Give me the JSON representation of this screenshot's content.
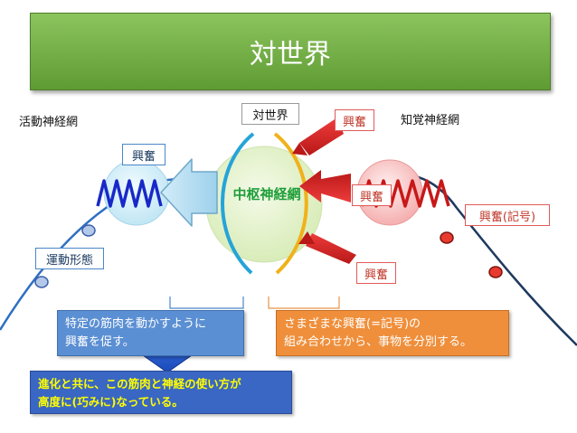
{
  "title": "対世界",
  "labels": {
    "motor_network": "活動神経網",
    "sensory_network": "知覚神経網",
    "world_top": "対世界",
    "excitation_top": "興奮",
    "excitation_motor": "興奮",
    "excitation_middle": "興奮",
    "excitation_bottom": "興奮",
    "excitation_code": "興奮(記号)",
    "motor_form": "運動形態",
    "central_nerve": "中枢神経網"
  },
  "descriptions": {
    "motor_line1": "特定の筋肉を動かすように",
    "motor_line2": "興奮を促す。",
    "sensory_line1": "さまざまな興奮(=記号)の",
    "sensory_line2": "組み合わせから、事物を分別する。",
    "evolution_line1": "進化と共に、この筋肉と神経の使い方が",
    "evolution_line2": "高度に(巧みに)なっている。"
  },
  "colors": {
    "title_green": "#6aab3f",
    "motor_blue": "#4a86c8",
    "sensory_red": "#e05a5a",
    "central_green": "#1e9e3a",
    "evolution_text": "#ffff00"
  },
  "icons": {
    "wave_motor": "sine-wave-icon",
    "wave_sensory": "sine-wave-icon",
    "arrow_output": "left-arrow-icon",
    "arrow_input": "right-arrow-icon",
    "arrow_down": "down-arrow-icon"
  }
}
